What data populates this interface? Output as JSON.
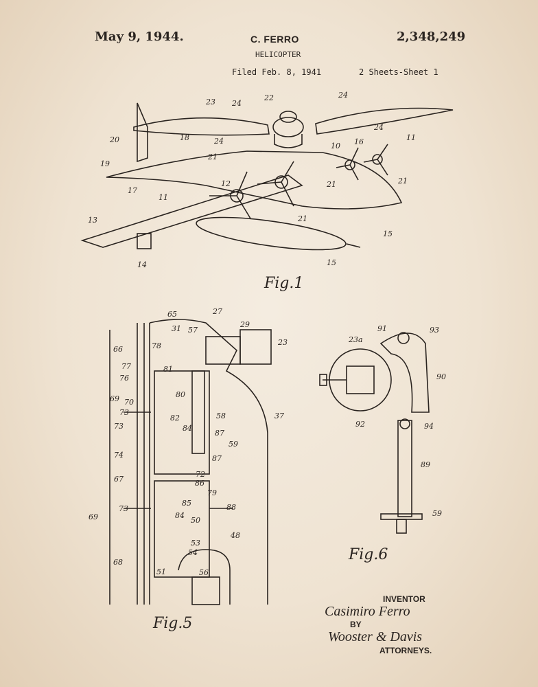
{
  "header": {
    "date": "May 9, 1944.",
    "inventor_name": "C. FERRO",
    "title": "HELICOPTER",
    "filed": "Filed Feb. 8, 1941",
    "patent_number": "2,348,249",
    "sheets": "2 Sheets-Sheet 1"
  },
  "figures": {
    "fig1": "Fig.1",
    "fig5": "Fig.5",
    "fig6": "Fig.6"
  },
  "reference_numerals": {
    "fig1": [
      "23",
      "22",
      "24",
      "24",
      "24",
      "24",
      "20",
      "18",
      "19",
      "17",
      "21",
      "10",
      "16",
      "11",
      "21",
      "21",
      "12",
      "11",
      "13",
      "14",
      "21",
      "15",
      "15"
    ],
    "fig5": [
      "65",
      "27",
      "31",
      "57",
      "29",
      "23",
      "66",
      "78",
      "77",
      "81",
      "76",
      "80",
      "69",
      "70",
      "73",
      "37",
      "82",
      "84",
      "58",
      "87",
      "73",
      "59",
      "87",
      "74",
      "67",
      "72",
      "86",
      "79",
      "85",
      "88",
      "73",
      "69",
      "84",
      "50",
      "48",
      "53",
      "54",
      "68",
      "51",
      "56"
    ],
    "fig6": [
      "91",
      "93",
      "23a",
      "90",
      "92",
      "94",
      "89",
      "59"
    ]
  },
  "signature_block": {
    "inventor_label": "INVENTOR",
    "inventor_signature": "Casimiro Ferro",
    "by_label": "BY",
    "attorney_signature": "Wooster & Davis",
    "attorneys_label": "ATTORNEYS."
  }
}
